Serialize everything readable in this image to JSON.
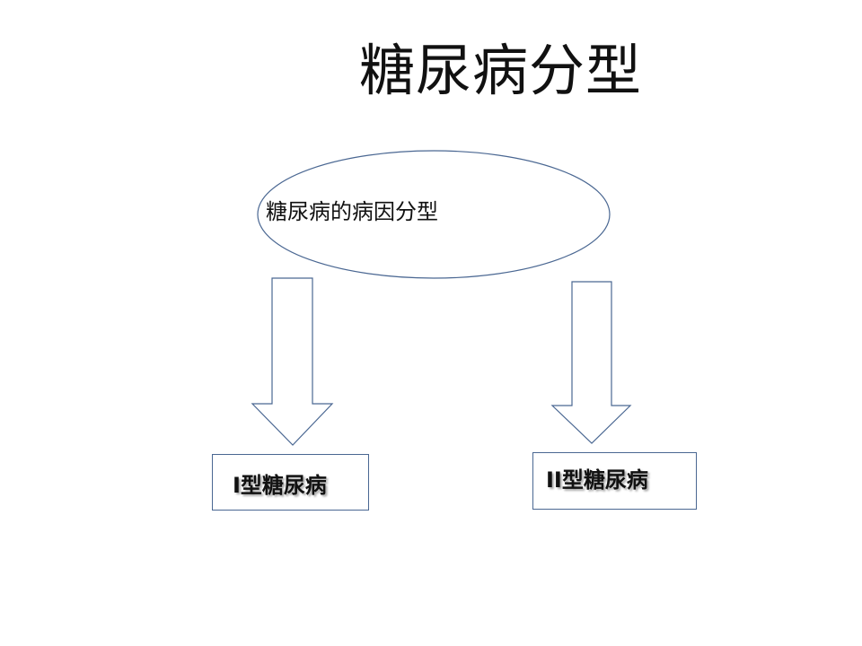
{
  "slide": {
    "title": "糖尿病分型"
  },
  "diagram": {
    "root_label": "糖尿病的病因分型",
    "branches": [
      {
        "label": "I型糖尿病"
      },
      {
        "label": "II型糖尿病"
      }
    ],
    "colors": {
      "stroke": "#4a6792",
      "text": "#111111",
      "background": "#ffffff"
    }
  }
}
